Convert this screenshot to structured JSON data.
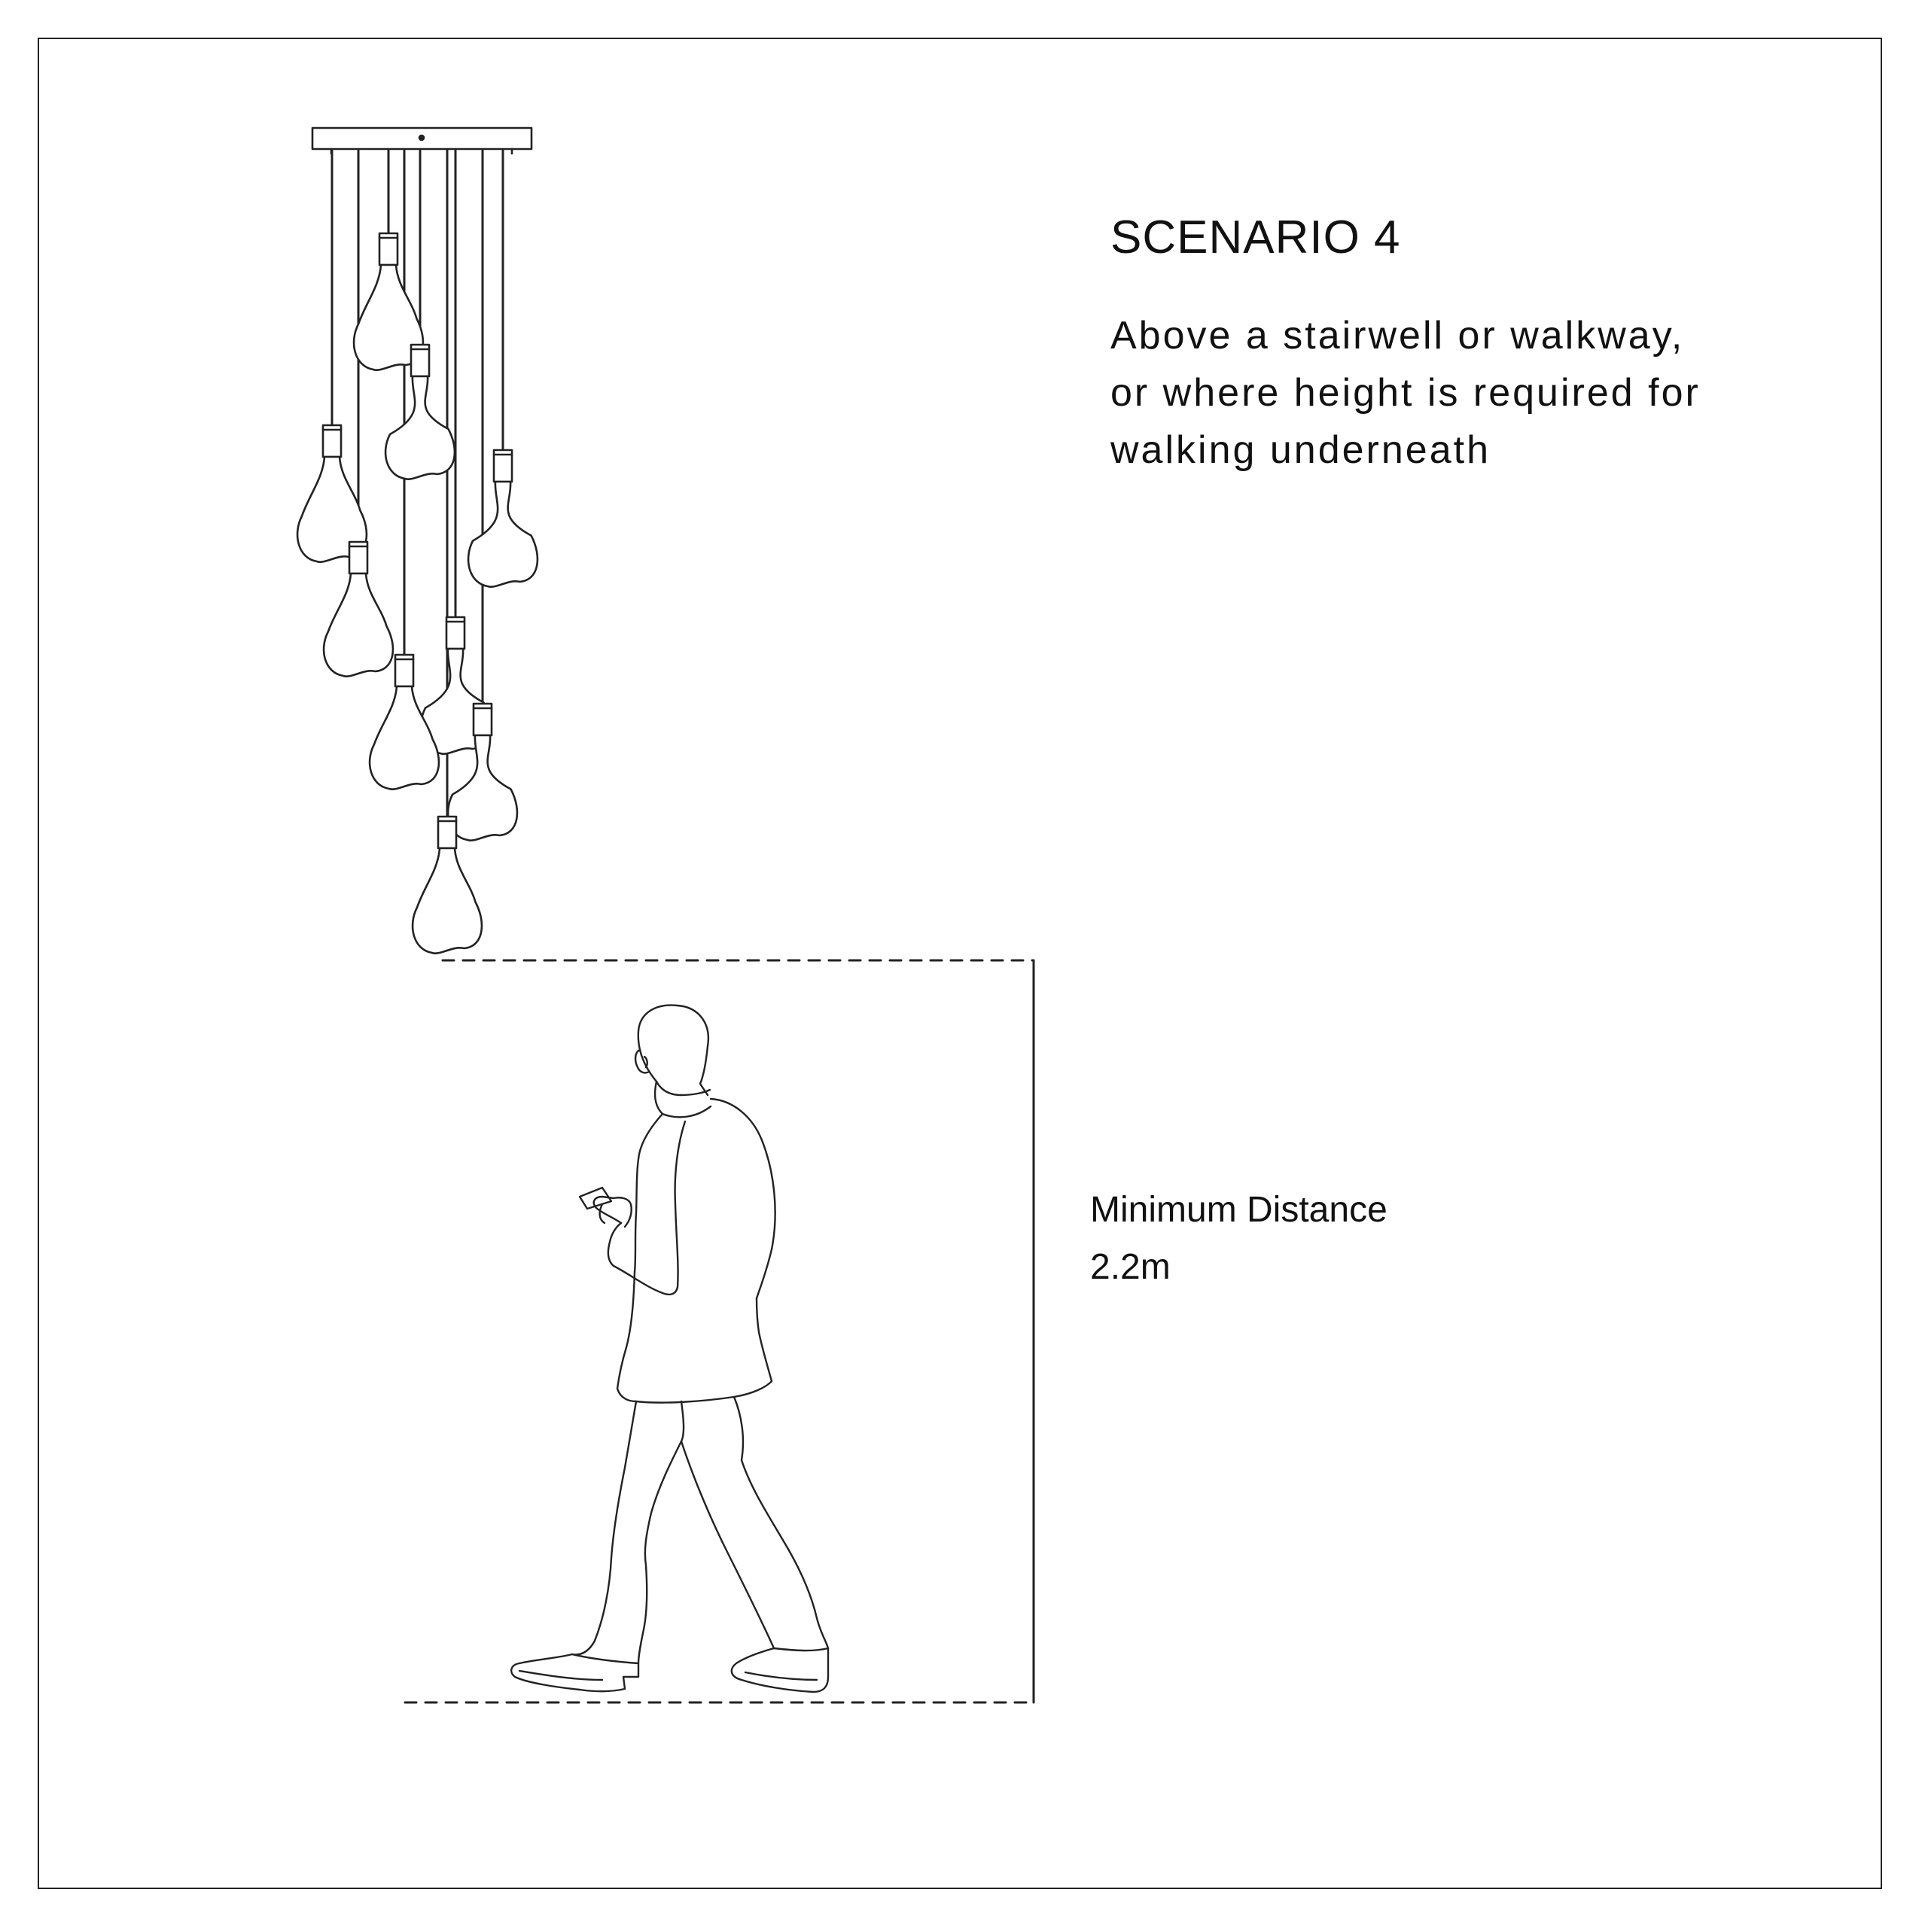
{
  "heading": {
    "title": "SCENARIO 4",
    "description_lines": [
      "Above a stairwell or walkway,",
      "or where height is required for",
      "walking underneath"
    ]
  },
  "measurement": {
    "label": "Minimum Distance",
    "value": "2.2m"
  },
  "illustration": {
    "pendant_count": 9,
    "figure": "walking-person-with-phone",
    "line_color": "#222222"
  }
}
